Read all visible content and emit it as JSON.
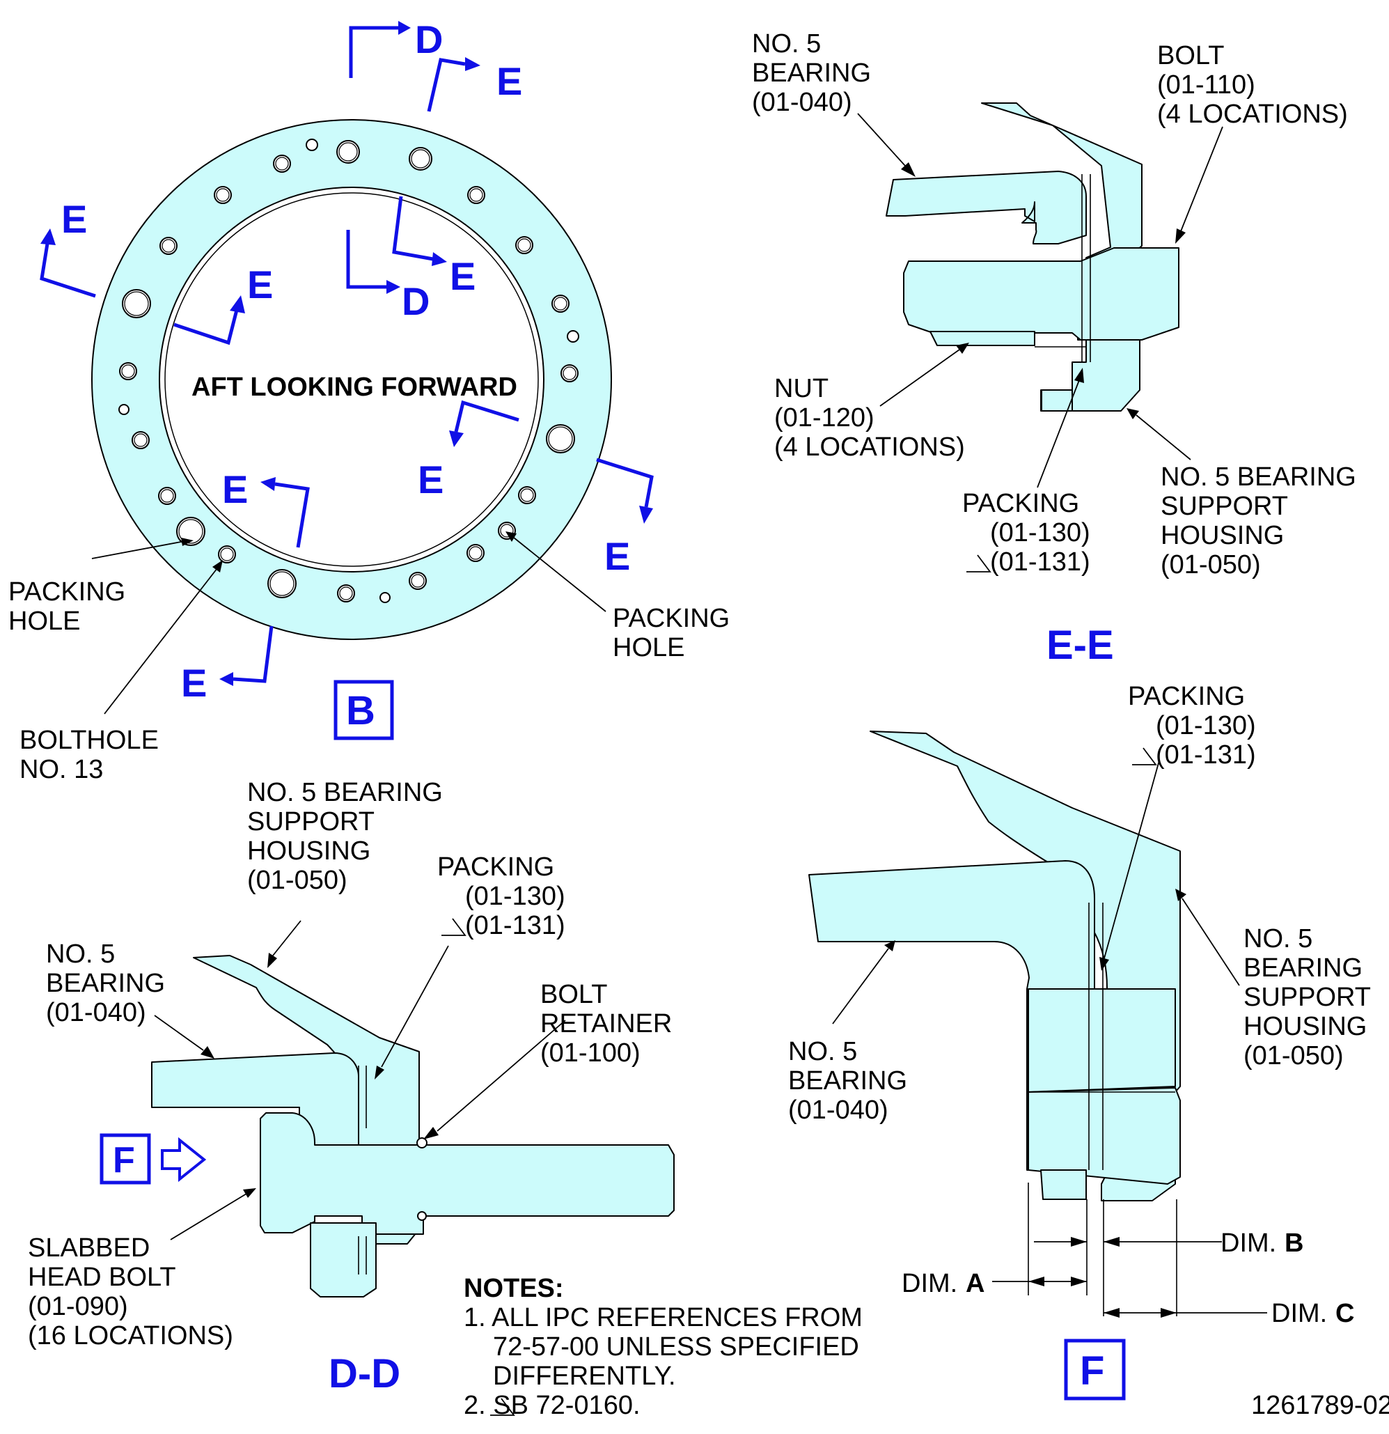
{
  "view_b": {
    "title": "AFT LOOKING FORWARD",
    "view_label": "B",
    "section_d": "D",
    "section_e": "E",
    "packing_hole_left": [
      "PACKING",
      "HOLE"
    ],
    "packing_hole_right": [
      "PACKING",
      "HOLE"
    ],
    "bolthole": [
      "BOLTHOLE",
      "NO. 13"
    ]
  },
  "view_ee": {
    "title": "E-E",
    "bearing": [
      "NO. 5",
      "BEARING",
      "(01-040)"
    ],
    "bolt": [
      "BOLT",
      "(01-110)",
      "(4 LOCATIONS)"
    ],
    "nut": [
      "NUT",
      "(01-120)",
      "(4 LOCATIONS)"
    ],
    "packing": [
      "PACKING",
      "(01-130)",
      "(01-131)"
    ],
    "housing": [
      "NO. 5 BEARING",
      "SUPPORT",
      "HOUSING",
      "(01-050)"
    ]
  },
  "view_dd": {
    "title": "D-D",
    "housing": [
      "NO. 5 BEARING",
      "SUPPORT",
      "HOUSING",
      "(01-050)"
    ],
    "packing": [
      "PACKING",
      "(01-130)",
      "(01-131)"
    ],
    "bearing": [
      "NO. 5",
      "BEARING",
      "(01-040)"
    ],
    "retainer": [
      "BOLT",
      "RETAINER",
      "(01-100)"
    ],
    "bolt": [
      "SLABBED",
      "HEAD BOLT",
      "(01-090)",
      "(16 LOCATIONS)"
    ],
    "view_f_label": "F"
  },
  "view_f": {
    "title": "F",
    "packing": [
      "PACKING",
      "(01-130)",
      "(01-131)"
    ],
    "housing": [
      "NO. 5",
      "BEARING",
      "SUPPORT",
      "HOUSING",
      "(01-050)"
    ],
    "bearing": [
      "NO. 5",
      "BEARING",
      "(01-040)"
    ],
    "dim_prefix": "DIM.",
    "dim_a": "A",
    "dim_b": "B",
    "dim_c": "C"
  },
  "notes": {
    "heading": "NOTES:",
    "items": [
      "1. ALL IPC REFERENCES FROM",
      "72-57-00 UNLESS SPECIFIED",
      "DIFFERENTLY.",
      "2. SB 72-0160."
    ]
  },
  "figure_number": "1261789-02",
  "colors": {
    "part_fill": "#ccfbfb",
    "callout_blue": "#1010e6",
    "line": "#000000"
  }
}
